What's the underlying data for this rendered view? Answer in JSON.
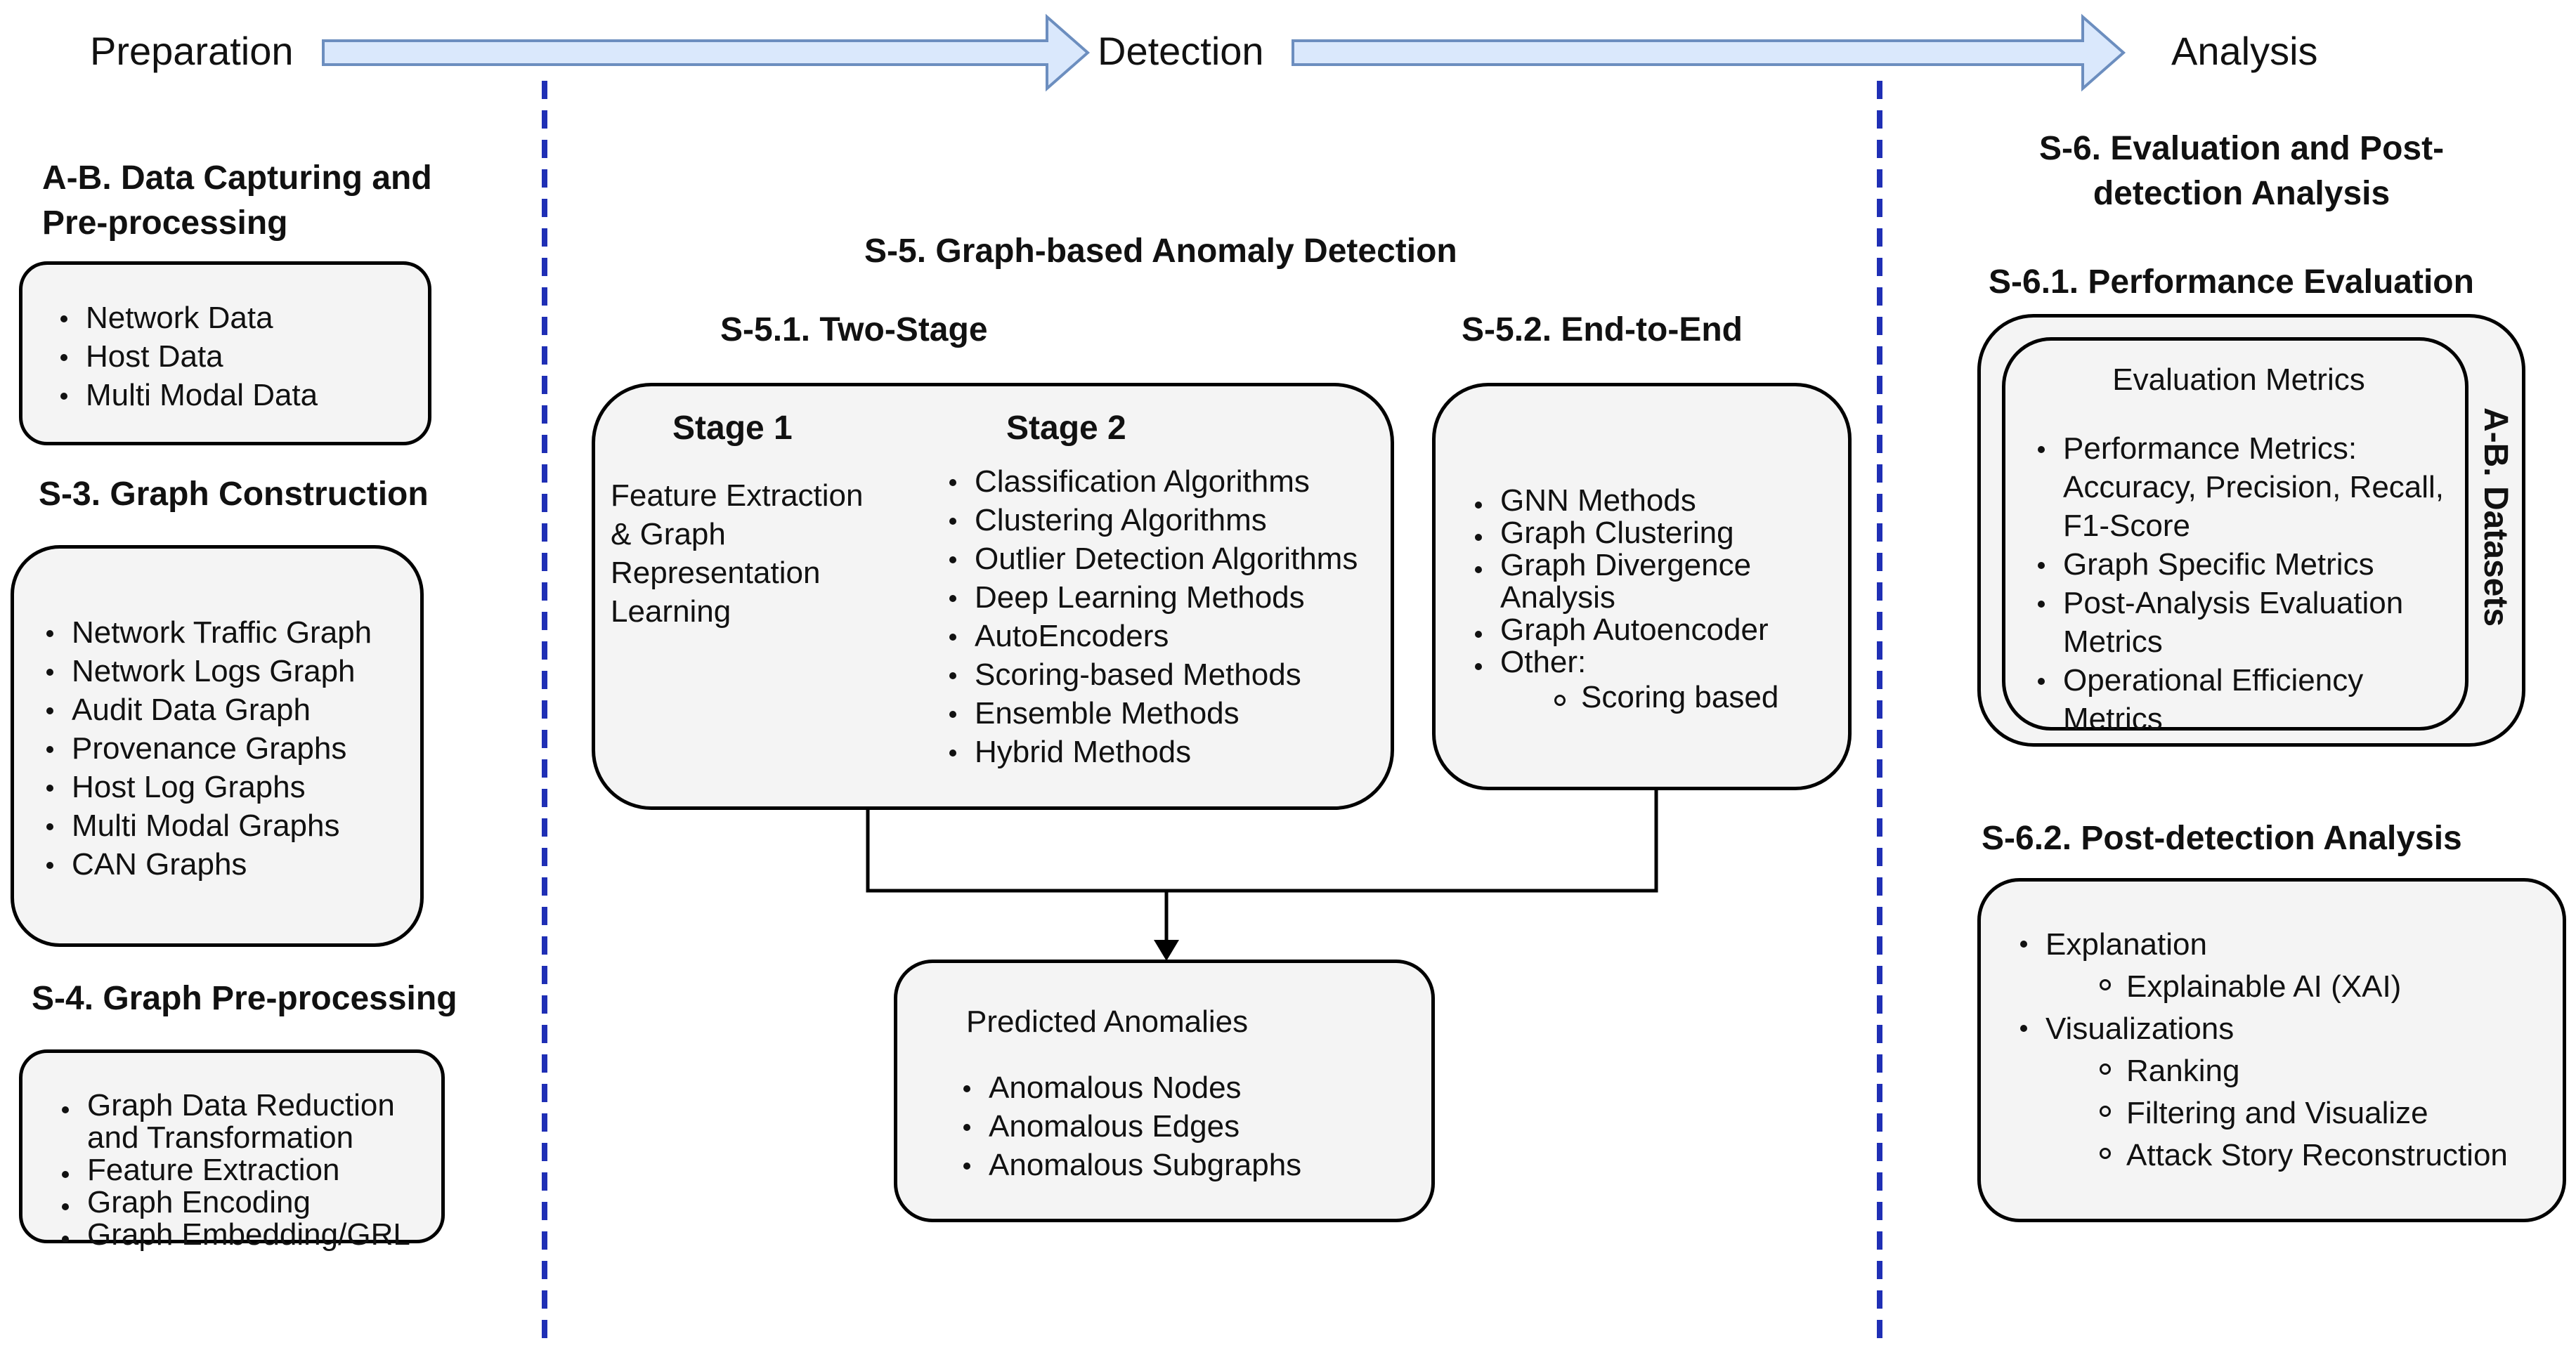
{
  "phases": {
    "preparation": "Preparation",
    "detection": "Detection",
    "analysis": "Analysis"
  },
  "colors": {
    "arrow_fill": "#dae8fc",
    "arrow_stroke": "#6c8ebf",
    "divider": "#1f2fb5",
    "box_fill": "#f4f4f4"
  },
  "data_capturing": {
    "title": "A-B. Data Capturing and Pre-processing",
    "items": [
      "Network Data",
      "Host Data",
      "Multi Modal Data"
    ]
  },
  "graph_construction": {
    "title": "S-3. Graph Construction",
    "items": [
      "Network Traffic Graph",
      "Network Logs Graph",
      "Audit Data Graph",
      "Provenance Graphs",
      "Host Log Graphs",
      "Multi Modal Graphs",
      "CAN Graphs"
    ]
  },
  "graph_preprocessing": {
    "title": "S-4. Graph Pre-processing",
    "items": [
      "Graph Data Reduction and Transformation",
      "Feature Extraction",
      "Graph Encoding",
      "Graph Embedding/GRL"
    ]
  },
  "detection": {
    "title": "S-5. Graph-based Anomaly Detection",
    "two_stage": {
      "title": "S-5.1. Two-Stage",
      "stage1_label": "Stage 1",
      "stage1_text": "Feature Extraction & Graph Representation Learning",
      "stage2_label": "Stage 2",
      "stage2_items": [
        "Classification Algorithms",
        "Clustering Algorithms",
        "Outlier Detection Algorithms",
        "Deep Learning Methods",
        "AutoEncoders",
        "Scoring-based Methods",
        "Ensemble Methods",
        "Hybrid Methods"
      ]
    },
    "end_to_end": {
      "title": "S-5.2. End-to-End",
      "items": [
        "GNN Methods",
        "Graph Clustering",
        "Graph Divergence Analysis",
        "Graph Autoencoder",
        "Other:"
      ],
      "sub_items": [
        "Scoring based"
      ]
    },
    "predicted": {
      "title": "Predicted Anomalies",
      "items": [
        "Anomalous Nodes",
        "Anomalous Edges",
        "Anomalous Subgraphs"
      ]
    }
  },
  "analysis": {
    "title": "S-6. Evaluation and Post-detection Analysis",
    "performance": {
      "title": "S-6.1. Performance Evaluation",
      "metrics_title": "Evaluation Metrics",
      "items": [
        "Performance Metrics: Accuracy, Precision, Recall, F1-Score",
        "Graph Specific Metrics",
        "Post-Analysis Evaluation Metrics",
        "Operational Efficiency Metrics"
      ],
      "side_label": "A-B. Datasets"
    },
    "post_detection": {
      "title": "S-6.2. Post-detection Analysis",
      "explanation": "Explanation",
      "explanation_sub": [
        "Explainable AI (XAI)"
      ],
      "visualizations": "Visualizations",
      "visualizations_sub": [
        "Ranking",
        "Filtering and Visualize",
        "Attack Story Reconstruction"
      ]
    }
  }
}
